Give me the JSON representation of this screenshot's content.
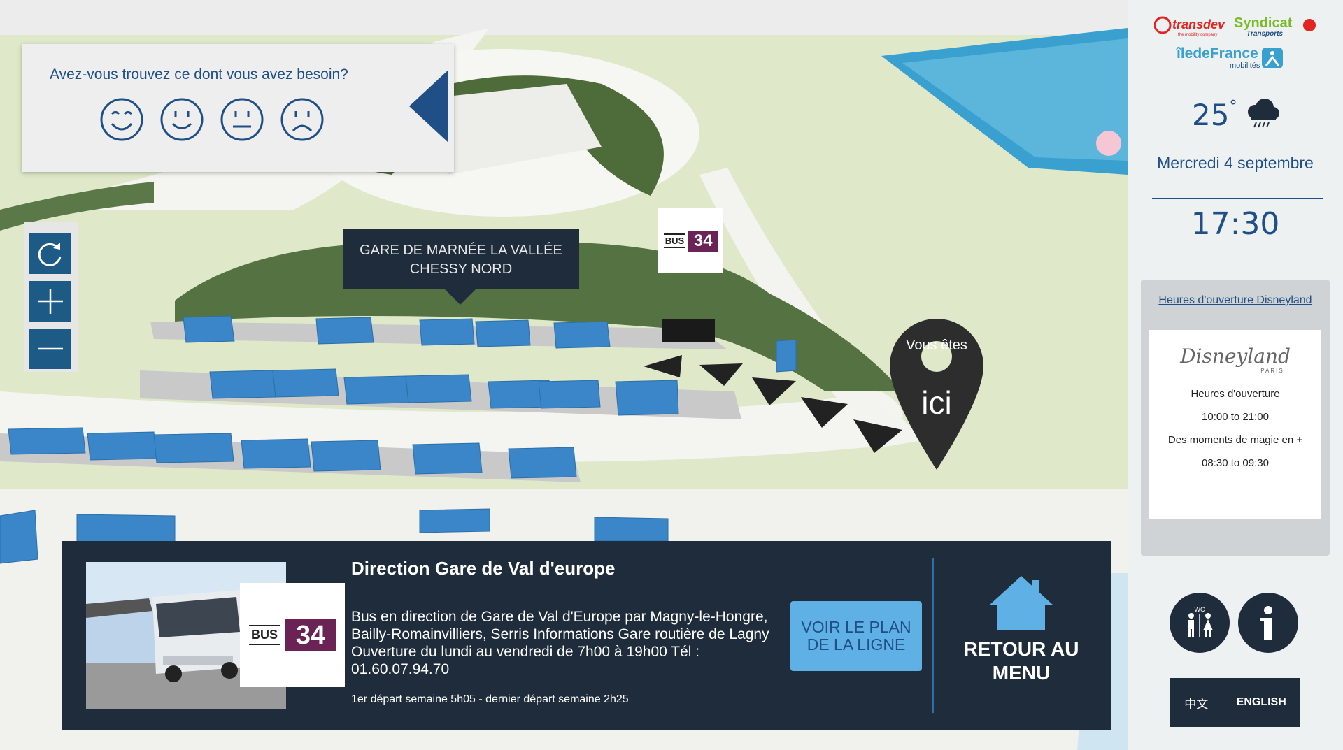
{
  "feedback": {
    "question": "Avez-vous trouvez ce dont vous avez besoin?",
    "faces": [
      "very-happy",
      "happy",
      "neutral",
      "sad"
    ]
  },
  "map": {
    "station_label_line1": "GARE DE MARNÉE LA VALLÉE",
    "station_label_line2": "CHESSY NORD",
    "bus_badge": {
      "prefix": "BUS",
      "number": "34"
    },
    "you_are_here_top": "Vous êtes",
    "you_are_here_main": "ici"
  },
  "panel": {
    "title": "Direction Gare de Val d'europe",
    "description": "Bus en direction de Gare de Val d'Europe par Magny-le-Hongre, Bailly-Romainvilliers, Serris Informations Gare routière de Lagny Ouverture du lundi au vendredi de 7h00 à 19h00 Tél : 01.60.07.94.70",
    "times": "1er départ semaine 5h05 - dernier départ semaine 2h25",
    "bus_badge": {
      "prefix": "BUS",
      "number": "34"
    },
    "plan_button": "VOIR LE PLAN DE LA LIGNE",
    "home_button": "RETOUR AU MENU"
  },
  "sidebar": {
    "logo_transdev": "transdev",
    "logo_transdev_tag": "the mobility company",
    "logo_syndicat": "Syndicat",
    "logo_syndicat_tag": "Transports",
    "logo_idf": "îledeFrance",
    "logo_idf_tag": "mobilités",
    "temperature": "25",
    "degree": "°",
    "weather_icon": "rain-cloud-icon",
    "date": "Mercredi 4 septembre",
    "time": "17:30",
    "disney_link": "Heures d'ouverture Disneyland",
    "disney_logo": "Disneyland",
    "disney_logo_sub": "PARIS",
    "disney_hours_label": "Heures d'ouverture",
    "disney_hours": "10:00 to 21:00",
    "disney_magic_label": "Des moments de magie en +",
    "disney_magic_hours": "08:30 to 09:30",
    "wc_label": "WC",
    "lang_zh": "中文",
    "lang_en": "ENGLISH"
  },
  "colors": {
    "navy": "#1f2c3b",
    "accent_blue": "#1f4f86",
    "button_blue": "#5fb0e4",
    "bus_purple": "#6b2356"
  }
}
